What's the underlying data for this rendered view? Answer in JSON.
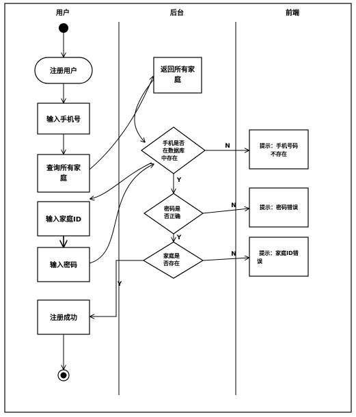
{
  "lanes": [
    {
      "id": "user",
      "title": "用户"
    },
    {
      "id": "backend",
      "title": "后台"
    },
    {
      "id": "frontend",
      "title": "前端"
    }
  ],
  "nodes": {
    "register_user": {
      "lines": [
        "注册用户"
      ]
    },
    "input_phone": {
      "lines": [
        "输入手机号"
      ]
    },
    "query_families": {
      "lines": [
        "查询所有家",
        "庭"
      ]
    },
    "return_families": {
      "lines": [
        "返回所有家",
        "庭"
      ]
    },
    "input_family_id": {
      "lines": [
        "输入家庭ID"
      ]
    },
    "input_password": {
      "lines": [
        "输入密码"
      ]
    },
    "register_success": {
      "lines": [
        "注册成功"
      ]
    },
    "decision_phone": {
      "lines": [
        "手机是否",
        "在数据库",
        "中存在"
      ]
    },
    "decision_password": {
      "lines": [
        "密码是",
        "否正确"
      ]
    },
    "decision_family": {
      "lines": [
        "家庭是",
        "否存在"
      ]
    },
    "tip_phone": {
      "lines": [
        "提示：手机号码",
        "不存在"
      ]
    },
    "tip_password": {
      "lines": [
        "提示：密码错误"
      ]
    },
    "tip_family": {
      "lines": [
        "提示：家庭ID错",
        "误"
      ]
    }
  },
  "edge_labels": {
    "n1": "N",
    "n2": "N",
    "n3": "N",
    "y1": "Y",
    "y2": "Y",
    "y3": "Y"
  },
  "colors": {
    "stroke": "#000000",
    "background": "#ffffff"
  }
}
